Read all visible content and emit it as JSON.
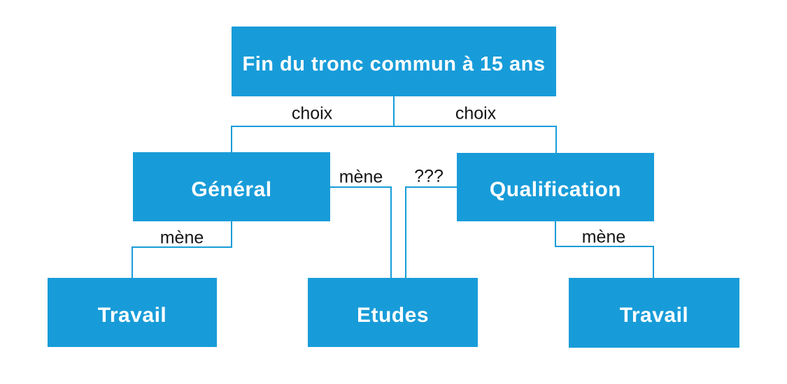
{
  "diagram": {
    "background_color": "#ffffff",
    "accent_color": "#189cd9",
    "node_text_color": "#ffffff",
    "edge_label_color": "#151515",
    "nodes": {
      "root": {
        "label": "Fin du tronc commun à 15 ans"
      },
      "general": {
        "label": "Général"
      },
      "qualification": {
        "label": "Qualification"
      },
      "travail_left": {
        "label": "Travail"
      },
      "etudes": {
        "label": "Etudes"
      },
      "travail_right": {
        "label": "Travail"
      }
    },
    "edge_labels": {
      "choix_left": "choix",
      "choix_right": "choix",
      "mene_general_etudes": "mène",
      "unknown_qualification_etudes": "???",
      "mene_general_travail": "mène",
      "mene_qualification_travail": "mène"
    }
  }
}
